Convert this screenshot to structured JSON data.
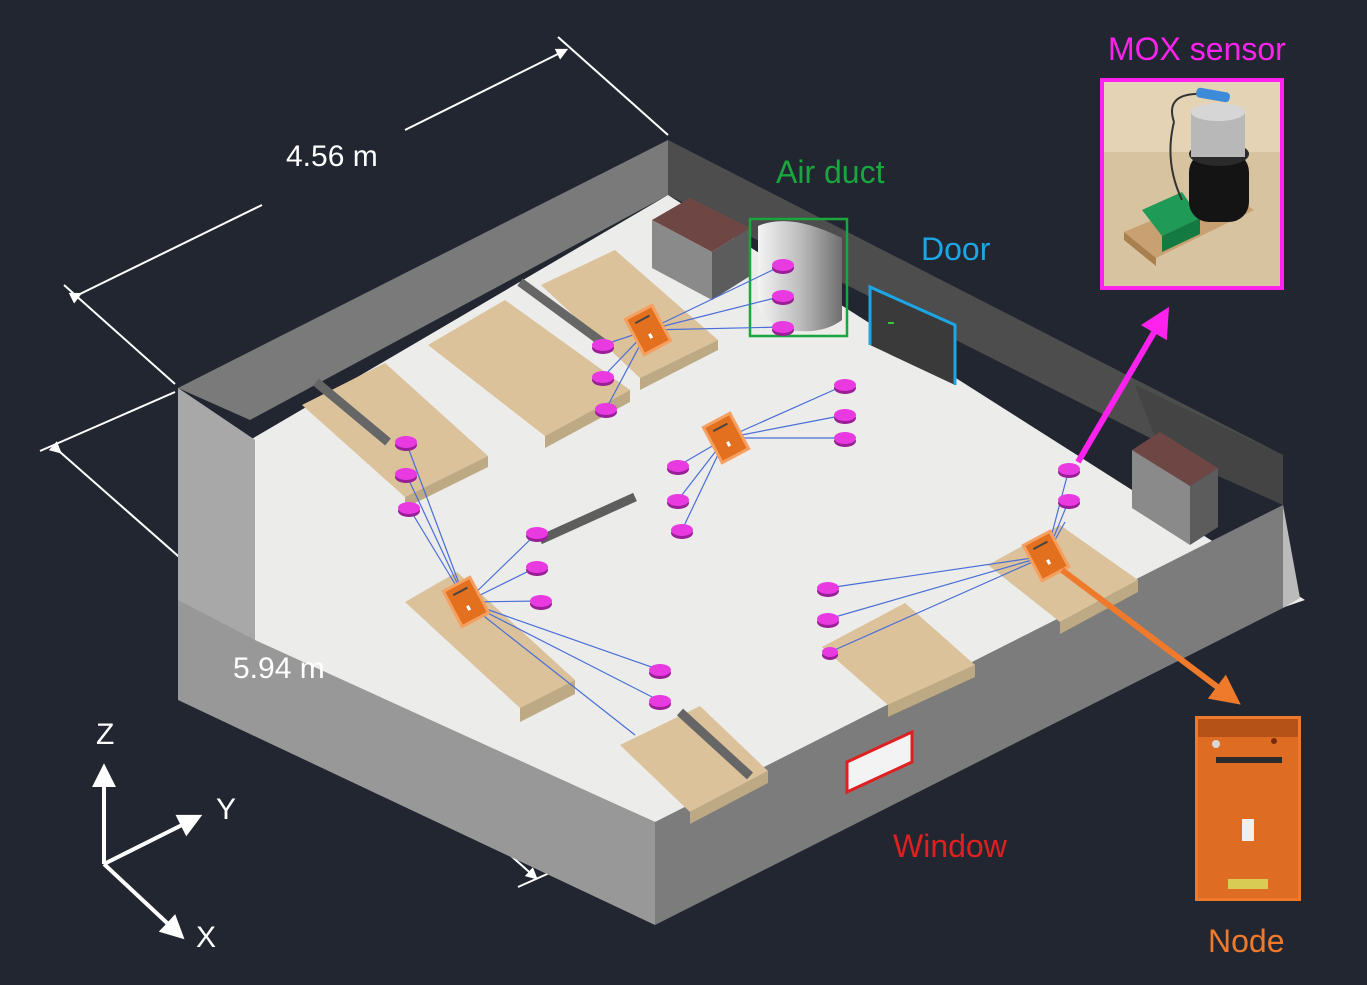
{
  "dimensions": {
    "width": "4.56 m",
    "length": "5.94 m"
  },
  "labels": {
    "air_duct": "Air duct",
    "door": "Door",
    "window": "Window",
    "mox_sensor": "MOX sensor",
    "node": "Node"
  },
  "axes": {
    "z": "Z",
    "y": "Y",
    "x": "X"
  },
  "colors": {
    "background": "#222630",
    "sensor": "#e83ae0",
    "node": "#f07a2c",
    "mox_label": "#ff22ee",
    "node_label": "#f07a2c",
    "air_duct": "#19a63c",
    "door": "#1ca6e6",
    "window": "#e02020",
    "wire": "#4a6fd8"
  },
  "icons": [
    "sensor-disc-icon",
    "node-box-icon",
    "arrow-icon"
  ]
}
